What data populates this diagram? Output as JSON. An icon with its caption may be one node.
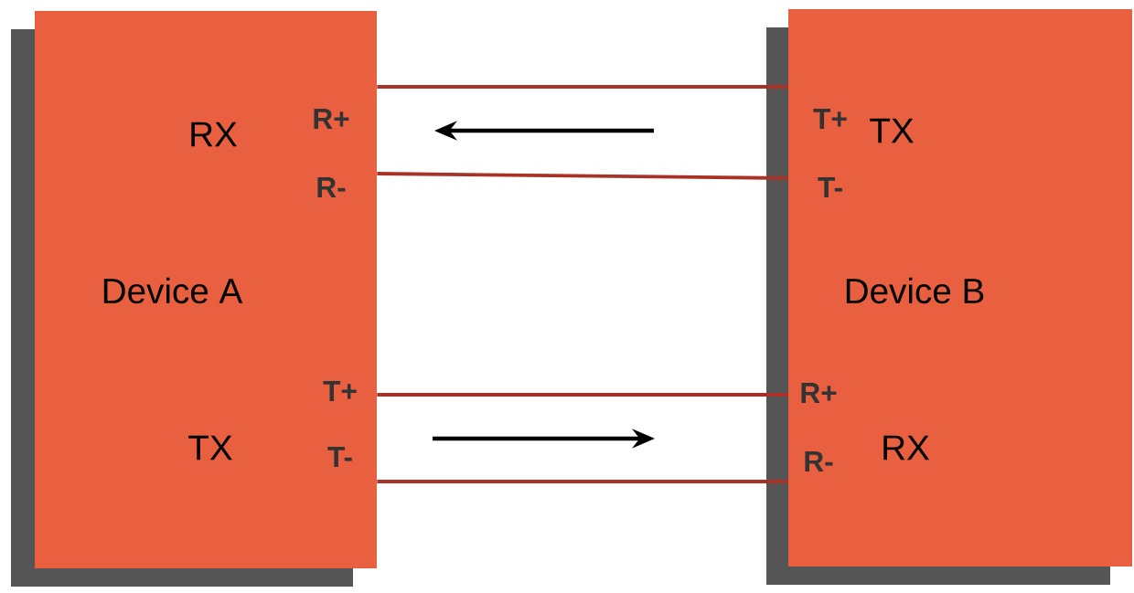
{
  "diagram": {
    "nodes": [
      {
        "text": [
          "RX",
          "R+",
          "R-",
          "Device A",
          "T+",
          "TX",
          "T-"
        ]
      },
      {
        "text": [
          "T+",
          "TX",
          "T-",
          "Device B",
          "R+",
          "RX",
          "R-"
        ]
      }
    ],
    "edges": [
      {
        "from": 0,
        "to": 1,
        "arrow": "none"
      },
      {
        "from": 0,
        "to": 1,
        "arrow": "none"
      },
      {
        "from": 0,
        "to": 1,
        "arrow": "none"
      },
      {
        "from": 0,
        "to": 1,
        "arrow": "none"
      }
    ]
  }
}
